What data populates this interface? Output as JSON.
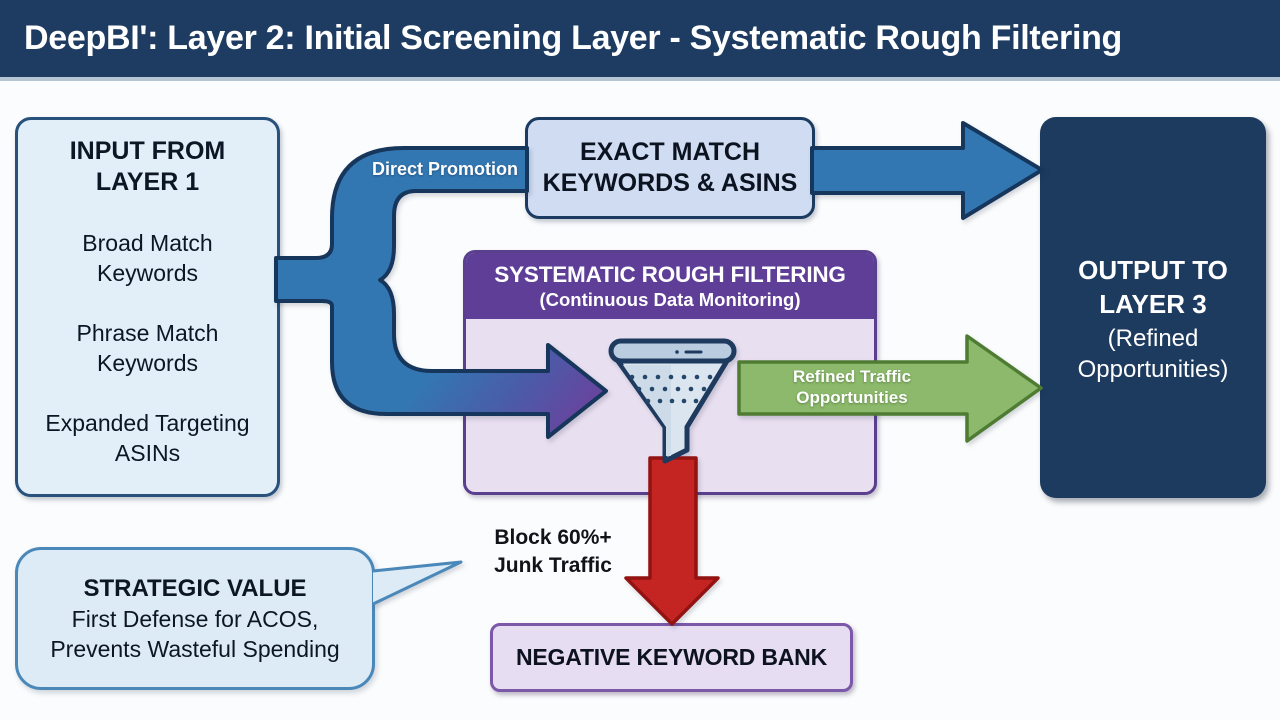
{
  "header": {
    "title": "DeepBI': Layer 2: Initial Screening Layer - Systematic Rough Filtering"
  },
  "input_box": {
    "title": "INPUT FROM LAYER 1",
    "items": [
      "Broad Match Keywords",
      "Phrase Match Keywords",
      "Expanded Targeting ASINs"
    ]
  },
  "exact_match_box": {
    "line1": "EXACT MATCH",
    "line2": "KEYWORDS & ASINS"
  },
  "filtering_box": {
    "title": "SYSTEMATIC ROUGH FILTERING",
    "subtitle": "(Continuous Data Monitoring)"
  },
  "output_box": {
    "title": "OUTPUT TO LAYER 3",
    "subtitle": "(Refined Opportunities)"
  },
  "negative_keyword_box": {
    "label": "NEGATIVE KEYWORD BANK"
  },
  "strategic_bubble": {
    "title": "STRATEGIC VALUE",
    "line1": "First Defense for ACOS,",
    "line2": "Prevents Wasteful Spending"
  },
  "arrow_labels": {
    "direct_promotion": "Direct Promotion",
    "refined_traffic": "Refined Traffic Opportunities",
    "block_junk_line1": "Block 60%+",
    "block_junk_line2": "Junk Traffic"
  },
  "icons": {
    "funnel": "funnel-icon"
  },
  "colors": {
    "header_bg": "#1e3c62",
    "output_navy": "#1d3a5f",
    "pipe_blue": "#3377b2",
    "arrow_purple": "#6f3f9c",
    "arrow_green": "#8cb96b",
    "arrow_red": "#c52522",
    "panel_purple": "#5e3e96",
    "panel_lavender": "#e8dff0",
    "input_light_blue": "#e2eef8",
    "exact_periwinkle": "#d0dcf2",
    "bubble_blue": "#dcebf6"
  }
}
